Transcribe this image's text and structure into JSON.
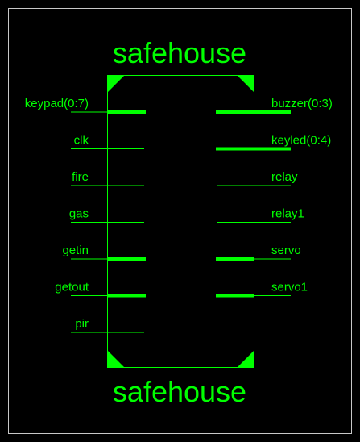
{
  "symbol": {
    "name_top": "safehouse",
    "name_bottom": "safehouse"
  },
  "ports": {
    "left": [
      {
        "label": "keypad(0:7)",
        "bus": true
      },
      {
        "label": "clk",
        "bus": false
      },
      {
        "label": "fire",
        "bus": false
      },
      {
        "label": "gas",
        "bus": false
      },
      {
        "label": "getin",
        "bus": false
      },
      {
        "label": "getout",
        "bus": false
      },
      {
        "label": "pir",
        "bus": false
      }
    ],
    "right": [
      {
        "label": "buzzer(0:3)",
        "bus": true
      },
      {
        "label": "keyled(0:4)",
        "bus": true
      },
      {
        "label": "relay",
        "bus": false
      },
      {
        "label": "relay1",
        "bus": false
      },
      {
        "label": "servo",
        "bus": false
      },
      {
        "label": "servo1",
        "bus": false
      }
    ]
  },
  "colors": {
    "background": "#000000",
    "line": "#00ff00",
    "frame": "#c8c8c8"
  }
}
